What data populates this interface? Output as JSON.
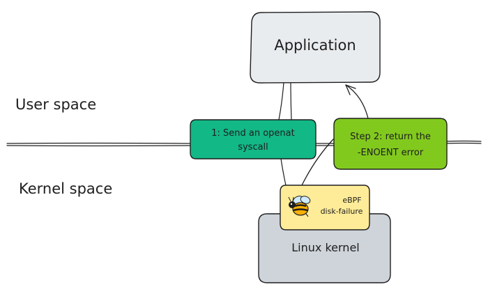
{
  "diagram": {
    "side_labels": {
      "user_space": "User space",
      "kernel_space": "Kernel space"
    },
    "nodes": {
      "application": {
        "label": "Application",
        "fill": "#e9ecef"
      },
      "syscall_step": {
        "line1": "1: Send an openat",
        "line2": "syscall",
        "fill": "#12b886"
      },
      "return_step": {
        "line1": "Step 2: return the",
        "line2": "-ENOENT error",
        "fill": "#82c91e"
      },
      "ebpf": {
        "line1": "eBPF",
        "line2": "disk-failure",
        "fill": "#ffec99",
        "icon": "bee-icon"
      },
      "linux_kernel": {
        "label": "Linux kernel",
        "fill": "#ced4da"
      }
    },
    "colors": {
      "stroke": "#1e1e1e"
    }
  }
}
